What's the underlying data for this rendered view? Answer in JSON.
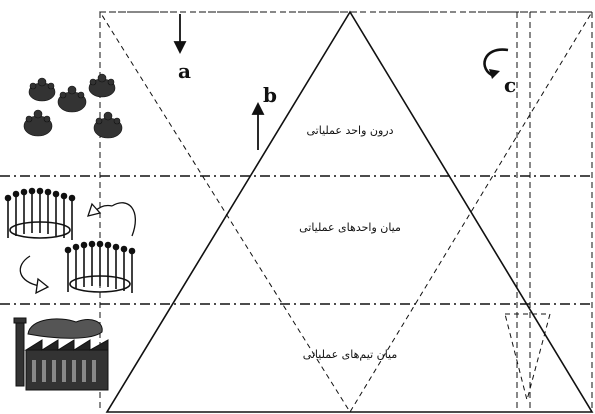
{
  "diagram": {
    "bands": [
      {
        "label": "درون واحد عملیاتی",
        "illustration": "clustered-people-icon"
      },
      {
        "label": "میان واحدهای عملیاتی",
        "illustration": "people-circles-exchange-icon"
      },
      {
        "label": "میان تیم‌های عملیاتی",
        "illustration": "factory-icon"
      }
    ],
    "arrows": [
      {
        "label": "a",
        "direction": "down"
      },
      {
        "label": "b",
        "direction": "up"
      },
      {
        "label": "c",
        "direction": "rotate"
      }
    ],
    "colors": {
      "line": "#111111",
      "background": "#ffffff"
    }
  }
}
